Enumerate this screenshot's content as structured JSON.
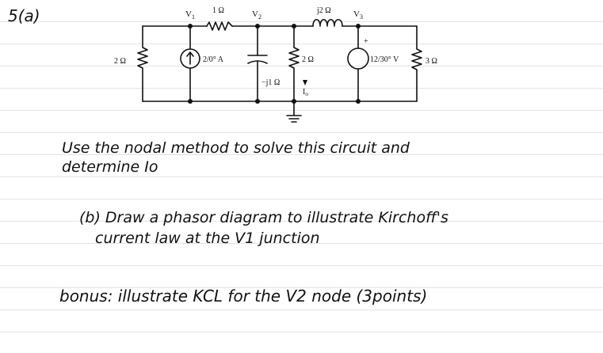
{
  "problem_number": "5(a)",
  "circuit": {
    "nodes": {
      "v1": "V",
      "v1_sub": "1",
      "v2": "V",
      "v2_sub": "2",
      "v3": "V",
      "v3_sub": "3"
    },
    "components": {
      "r_left": "2 Ω",
      "r_top": "1 Ω",
      "current_source": "2/0° A",
      "capacitor": "−j1 Ω",
      "r_middle": "2 Ω",
      "inductor": "j2 Ω",
      "voltage_source": "12/30° V",
      "r_right": "3 Ω"
    },
    "plus_sign": "+",
    "current_label": "I",
    "current_sub": "o"
  },
  "instructions": {
    "line1": "Use the nodal method to solve this circuit and",
    "line2": "determine Io",
    "line3": "(b) Draw a phasor diagram to illustrate Kirchoff's",
    "line4": "current law at the V1 junction",
    "line5": "bonus: illustrate KCL for the V2 node (3points)"
  }
}
